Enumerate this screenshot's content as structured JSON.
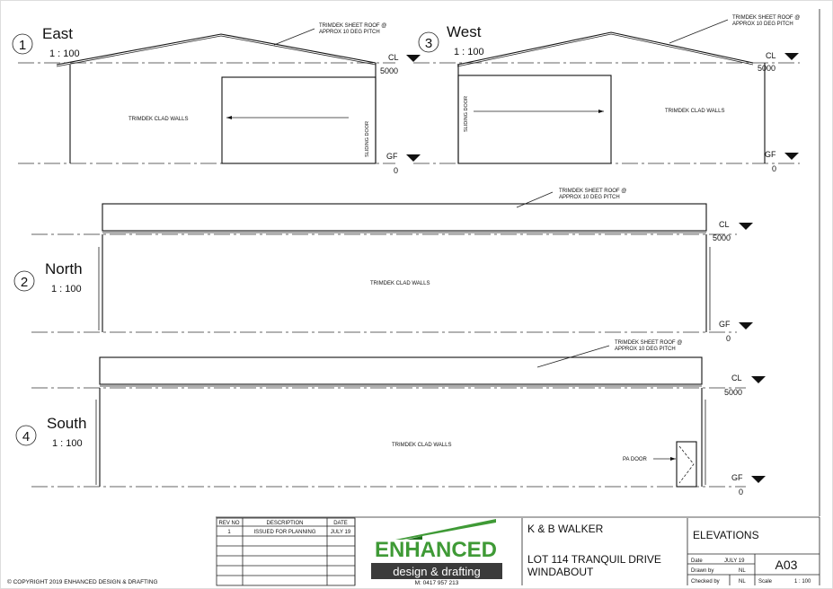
{
  "views": [
    {
      "number": "1",
      "title": "East",
      "scale": "1 : 100",
      "walls_label": "TRIMDEK CLAD WALLS",
      "roof_note_1": "TRIMDEK SHEET ROOF @",
      "roof_note_2": "APPROX 10 DEG PITCH",
      "door_label": "SLIDING DOOR",
      "cl_label": "CL",
      "cl_level": "5000",
      "gf_label": "GF",
      "gf_level": "0"
    },
    {
      "number": "3",
      "title": "West",
      "scale": "1 : 100",
      "walls_label": "TRIMDEK CLAD WALLS",
      "roof_note_1": "TRIMDEK SHEET ROOF @",
      "roof_note_2": "APPROX 10 DEG PITCH",
      "door_label": "SLIDING DOOR",
      "cl_label": "CL",
      "cl_level": "5000",
      "gf_label": "GF",
      "gf_level": "0"
    },
    {
      "number": "2",
      "title": "North",
      "scale": "1 : 100",
      "walls_label": "TRIMDEK CLAD WALLS",
      "roof_note_1": "TRIMDEK SHEET ROOF @",
      "roof_note_2": "APPROX 10 DEG PITCH",
      "cl_label": "CL",
      "cl_level": "5000",
      "gf_label": "GF",
      "gf_level": "0"
    },
    {
      "number": "4",
      "title": "South",
      "scale": "1 : 100",
      "walls_label": "TRIMDEK CLAD WALLS",
      "roof_note_1": "TRIMDEK SHEET ROOF @",
      "roof_note_2": "APPROX 10 DEG PITCH",
      "door_label": "PA DOOR",
      "cl_label": "CL",
      "cl_level": "5000",
      "gf_label": "GF",
      "gf_level": "0"
    }
  ],
  "revision_table": {
    "headers": [
      "REV NO",
      "DESCRIPTION",
      "DATE"
    ],
    "rows": [
      [
        "1",
        "ISSUED FOR PLANNING",
        "JULY 19"
      ]
    ]
  },
  "logo": {
    "brand": "ENHANCED",
    "tagline": "design & drafting",
    "phone": "M: 0417 957 213",
    "green": "#3f9a36",
    "dark": "#3b3b3b"
  },
  "client": {
    "name": "K & B WALKER",
    "address_line1": "LOT 114 TRANQUIL DRIVE",
    "address_line2": "WINDABOUT"
  },
  "sheet": {
    "title": "ELEVATIONS",
    "date_label": "Date",
    "date_value": "JULY 19",
    "drawn_label": "Drawn by",
    "drawn_value": "NL",
    "checked_label": "Checked by",
    "checked_value": "NL",
    "scale_label": "Scale",
    "scale_value": "1 : 100",
    "number": "A03"
  },
  "copyright": "© COPYRIGHT 2019 ENHANCED DESIGN & DRAFTING"
}
